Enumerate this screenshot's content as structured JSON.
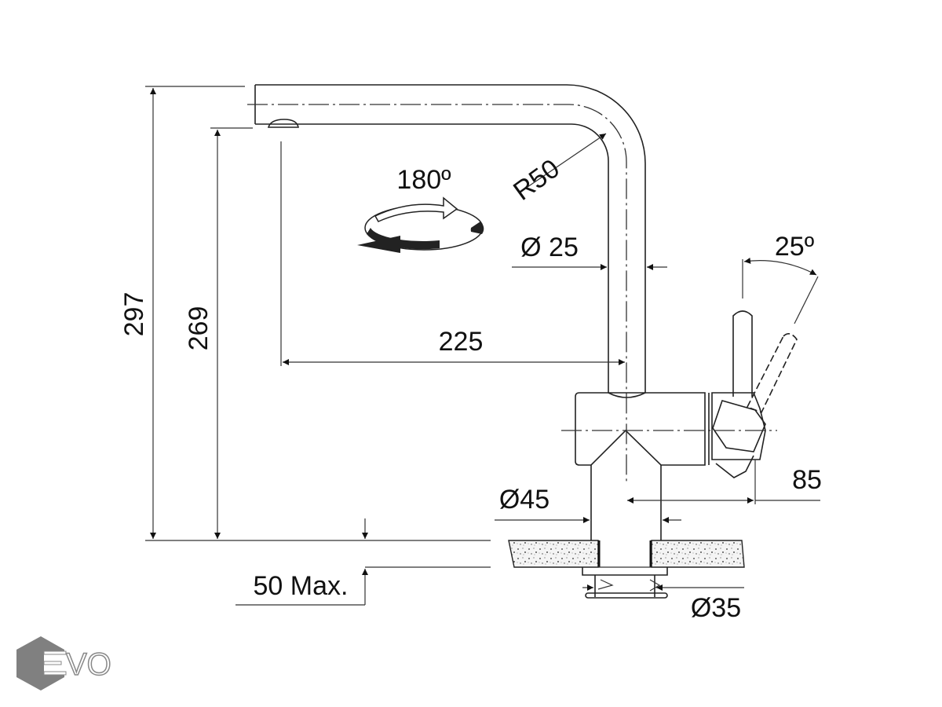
{
  "drawing": {
    "dimensions": {
      "total_height": "297",
      "spout_height": "269",
      "reach": "225",
      "bend_radius": "R50",
      "spout_diameter": "Ø 25",
      "rotation": "180º",
      "lever_angle": "25º",
      "lever_offset": "85",
      "base_diameter": "Ø45",
      "max_counter_thickness": "50 Max.",
      "hole_diameter": "Ø35"
    },
    "colors": {
      "line": "#222222",
      "logo": "#808080"
    }
  },
  "logo": {
    "text": "EVO"
  }
}
